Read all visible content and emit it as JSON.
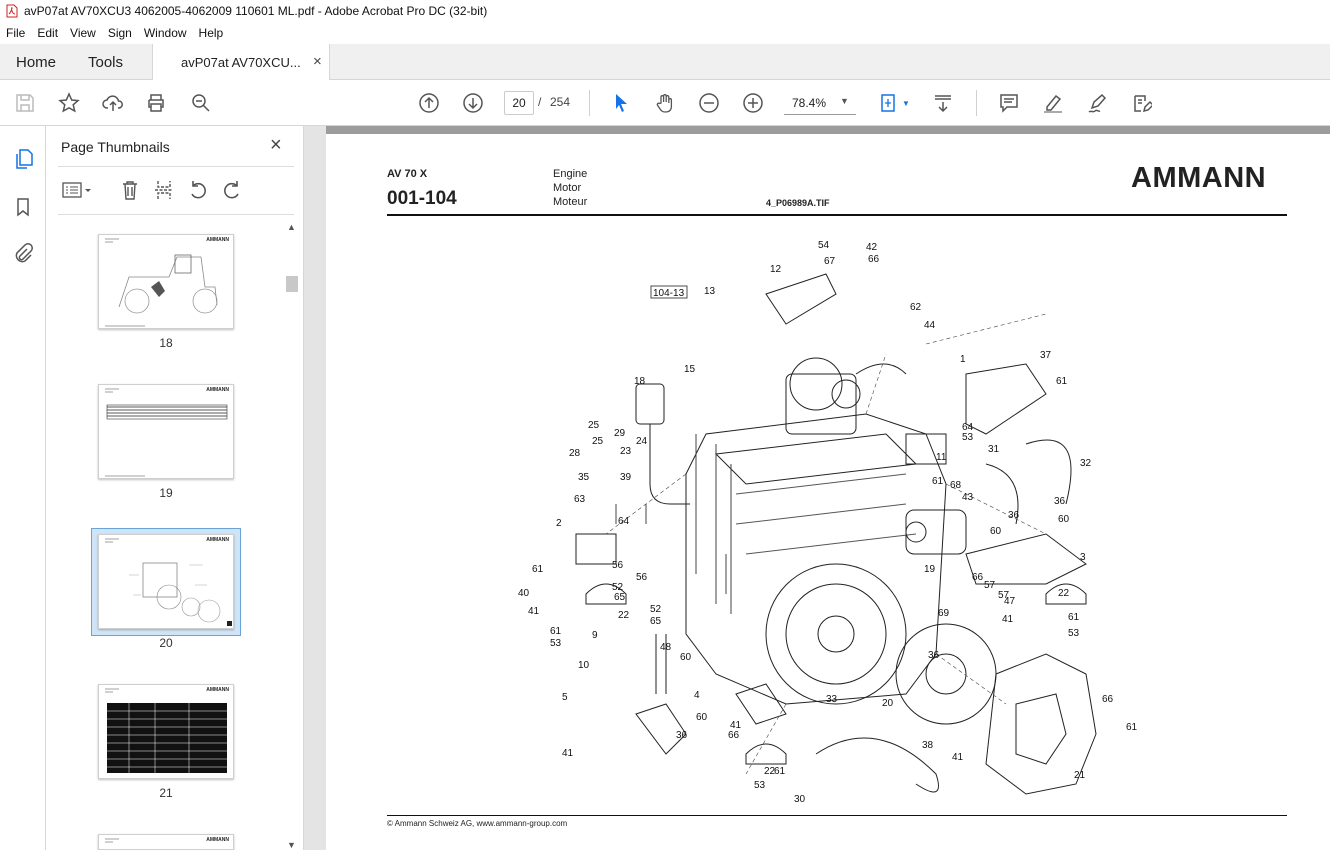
{
  "window": {
    "title": "avP07at AV70XCU3 4062005-4062009 110601 ML.pdf - Adobe Acrobat Pro DC (32-bit)"
  },
  "menu": [
    "File",
    "Edit",
    "View",
    "Sign",
    "Window",
    "Help"
  ],
  "tabs": {
    "home": "Home",
    "tools": "Tools",
    "doc": "avP07at AV70XCU...",
    "close": "×"
  },
  "nav": {
    "current_page": "20",
    "separator": "/",
    "total_pages": "254",
    "zoom": "78.4%"
  },
  "panel": {
    "title": "Page Thumbnails",
    "close": "×",
    "thumbnails": [
      {
        "page": "18",
        "logo": "AMMANN"
      },
      {
        "page": "19",
        "logo": "AMMANN"
      },
      {
        "page": "20",
        "logo": "AMMANN",
        "selected": true
      },
      {
        "page": "21",
        "logo": "AMMANN"
      },
      {
        "logo": "AMMANN"
      }
    ]
  },
  "document": {
    "model": "AV 70 X",
    "code": "001-104",
    "lang_en": "Engine",
    "lang_de": "Motor",
    "lang_fr": "Moteur",
    "file_ref": "4_P06989A.TIF",
    "logo": "AMMANN",
    "footer": "© Ammann Schweiz AG, www.ammann-group.com",
    "callout_box": "104-13",
    "callouts": [
      {
        "t": "54"
      },
      {
        "t": "42"
      },
      {
        "t": "67"
      },
      {
        "t": "66"
      },
      {
        "t": "12"
      },
      {
        "t": "13"
      },
      {
        "t": "62"
      },
      {
        "t": "44"
      },
      {
        "t": "1"
      },
      {
        "t": "37"
      },
      {
        "t": "61"
      },
      {
        "t": "18"
      },
      {
        "t": "15"
      },
      {
        "t": "25"
      },
      {
        "t": "29"
      },
      {
        "t": "25"
      },
      {
        "t": "24"
      },
      {
        "t": "28"
      },
      {
        "t": "23"
      },
      {
        "t": "35"
      },
      {
        "t": "39"
      },
      {
        "t": "63"
      },
      {
        "t": "64"
      },
      {
        "t": "64"
      },
      {
        "t": "53"
      },
      {
        "t": "31"
      },
      {
        "t": "11"
      },
      {
        "t": "32"
      },
      {
        "t": "61"
      },
      {
        "t": "68"
      },
      {
        "t": "43"
      },
      {
        "t": "36"
      },
      {
        "t": "36"
      },
      {
        "t": "60"
      },
      {
        "t": "2"
      },
      {
        "t": "60"
      },
      {
        "t": "3"
      },
      {
        "t": "19"
      },
      {
        "t": "56"
      },
      {
        "t": "56"
      },
      {
        "t": "61"
      },
      {
        "t": "52"
      },
      {
        "t": "40"
      },
      {
        "t": "65"
      },
      {
        "t": "66"
      },
      {
        "t": "57"
      },
      {
        "t": "22"
      },
      {
        "t": "41"
      },
      {
        "t": "22"
      },
      {
        "t": "57"
      },
      {
        "t": "47"
      },
      {
        "t": "52"
      },
      {
        "t": "69"
      },
      {
        "t": "41"
      },
      {
        "t": "61"
      },
      {
        "t": "65"
      },
      {
        "t": "61"
      },
      {
        "t": "9"
      },
      {
        "t": "53"
      },
      {
        "t": "53"
      },
      {
        "t": "48"
      },
      {
        "t": "10"
      },
      {
        "t": "36"
      },
      {
        "t": "60"
      },
      {
        "t": "5"
      },
      {
        "t": "4"
      },
      {
        "t": "33"
      },
      {
        "t": "20"
      },
      {
        "t": "66"
      },
      {
        "t": "60"
      },
      {
        "t": "41"
      },
      {
        "t": "41"
      },
      {
        "t": "66"
      },
      {
        "t": "36"
      },
      {
        "t": "61"
      },
      {
        "t": "38"
      },
      {
        "t": "41"
      },
      {
        "t": "22"
      },
      {
        "t": "61"
      },
      {
        "t": "30"
      },
      {
        "t": "21"
      },
      {
        "t": "53"
      }
    ]
  },
  "colors": {
    "accent": "#1473e6",
    "selection": "#cfe4f7",
    "toolbar_icon": "#555555"
  }
}
